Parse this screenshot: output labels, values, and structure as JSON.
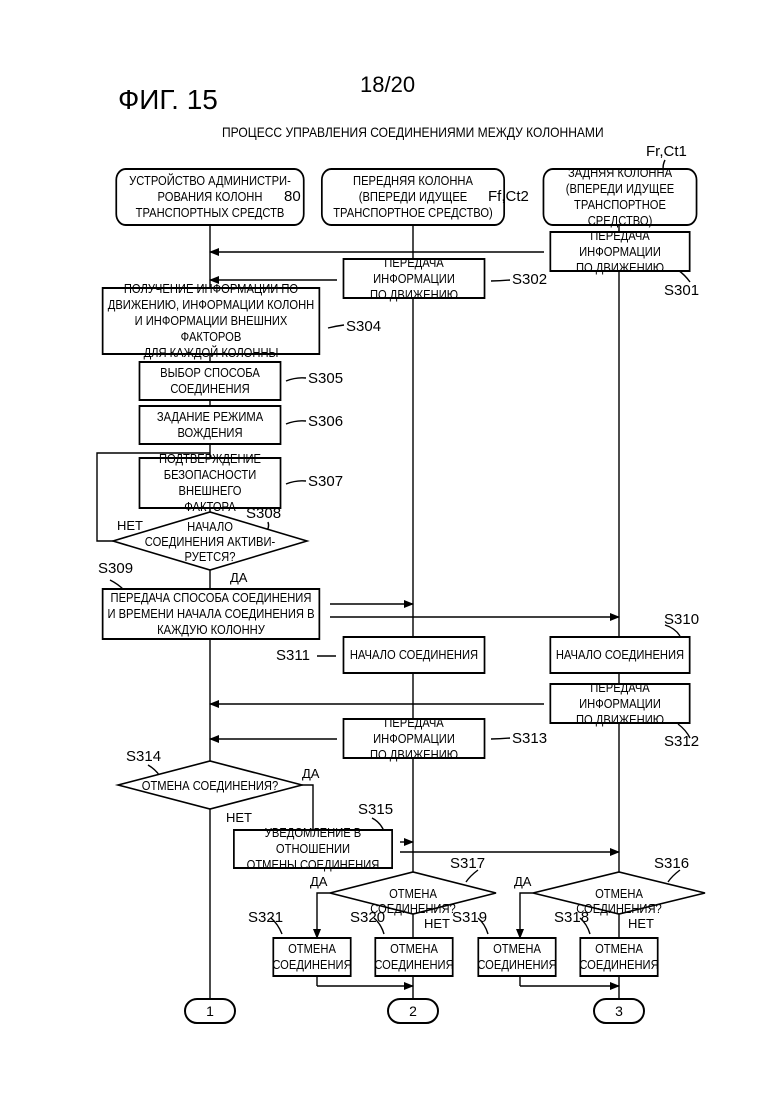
{
  "header": {
    "page_number": "18/20",
    "figure_label": "ФИГ. 15",
    "title": "ПРОЦЕСС УПРАВЛЕНИЯ СОЕДИНЕНИЯМИ МЕЖДУ КОЛОННАМИ"
  },
  "lanes": {
    "admin": {
      "label": "УСТРОЙСТВО АДМИНИСТРИ-\nРОВАНИЯ КОЛОНН\nТРАНСПОРТНЫХ СРЕДСТВ",
      "ref": "80"
    },
    "front": {
      "label": "ПЕРЕДНЯЯ КОЛОННА\n(ВПЕРЕДИ ИДУЩЕЕ\nТРАНСПОРТНОЕ СРЕДСТВО)",
      "ref": "Ff,Ct2"
    },
    "rear": {
      "label": "ЗАДНЯЯ  КОЛОННА\n(ВПЕРЕДИ ИДУЩЕЕ\nТРАНСПОРТНОЕ СРЕДСТВО)",
      "ref": "Fr,Ct1"
    }
  },
  "steps": {
    "s301": {
      "text": "ПЕРЕДАЧА ИНФОРМАЦИИ\nПО ДВИЖЕНИЮ",
      "id": "S301"
    },
    "s302": {
      "text": "ПЕРЕДАЧА ИНФОРМАЦИИ\nПО ДВИЖЕНИЮ",
      "id": "S302"
    },
    "s304": {
      "text": "ПОЛУЧЕНИЕ ИНФОРМАЦИИ ПО\nДВИЖЕНИЮ, ИНФОРМАЦИИ КОЛОНН\nИ ИНФОРМАЦИИ ВНЕШНИХ ФАКТОРОВ\nДЛЯ КАЖДОЙ КОЛОННЫ",
      "id": "S304"
    },
    "s305": {
      "text": "ВЫБОР СПОСОБА\nСОЕДИНЕНИЯ",
      "id": "S305"
    },
    "s306": {
      "text": "ЗАДАНИЕ РЕЖИМА\nВОЖДЕНИЯ",
      "id": "S306"
    },
    "s307": {
      "text": "ПОДТВЕРЖДЕНИЕ\nБЕЗОПАСНОСТИ ВНЕШНЕГО\nФАКТОРА",
      "id": "S307"
    },
    "s308": {
      "text": "НАЧАЛО\nСОЕДИНЕНИЯ АКТИВИ-\nРУЕТСЯ?",
      "id": "S308",
      "no": "НЕТ",
      "yes": "ДА"
    },
    "s309": {
      "text": "ПЕРЕДАЧА СПОСОБА СОЕДИНЕНИЯ\nИ ВРЕМЕНИ НАЧАЛА СОЕДИНЕНИЯ В\nКАЖДУЮ КОЛОННУ",
      "id": "S309"
    },
    "s310": {
      "text": "НАЧАЛО СОЕДИНЕНИЯ",
      "id": "S310"
    },
    "s311": {
      "text": "НАЧАЛО СОЕДИНЕНИЯ",
      "id": "S311"
    },
    "s312": {
      "text": "ПЕРЕДАЧА ИНФОРМАЦИИ\nПО ДВИЖЕНИЮ",
      "id": "S312"
    },
    "s313": {
      "text": "ПЕРЕДАЧА ИНФОРМАЦИИ\nПО ДВИЖЕНИЮ",
      "id": "S313"
    },
    "s314": {
      "text": "ОТМЕНА СОЕДИНЕНИЯ?",
      "id": "S314",
      "yes": "ДА",
      "no": "НЕТ"
    },
    "s315": {
      "text": "УВЕДОМЛЕНИЕ В ОТНОШЕНИИ\nОТМЕНЫ СОЕДИНЕНИЯ",
      "id": "S315"
    },
    "s316": {
      "text": "ОТМЕНА СОЕДИНЕНИЯ?",
      "id": "S316",
      "yes": "ДА",
      "no": "НЕТ"
    },
    "s317": {
      "text": "ОТМЕНА СОЕДИНЕНИЯ?",
      "id": "S317",
      "yes": "ДА",
      "no": "НЕТ"
    },
    "s318": {
      "text": "ОТМЕНА\nСОЕДИНЕНИЯ",
      "id": "S318"
    },
    "s319": {
      "text": "ОТМЕНА\nСОЕДИНЕНИЯ",
      "id": "S319"
    },
    "s320": {
      "text": "ОТМЕНА\nСОЕДИНЕНИЯ",
      "id": "S320"
    },
    "s321": {
      "text": "ОТМЕНА\nСОЕДИНЕНИЯ",
      "id": "S321"
    }
  },
  "connectors": [
    "1",
    "2",
    "3"
  ]
}
